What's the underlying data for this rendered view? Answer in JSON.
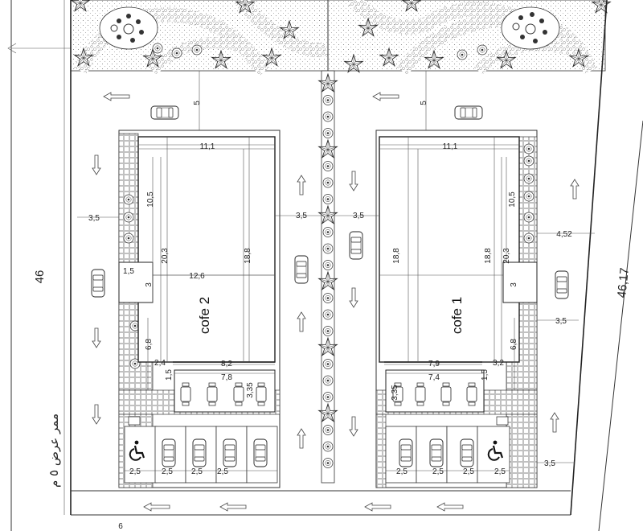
{
  "site": {
    "left_side_length": "46",
    "right_side_length": "46,17",
    "street_label": "ممر عرض ٥ م",
    "bottom_number": "6"
  },
  "cafe_left": {
    "name": "cofe 2",
    "top_setback": "5",
    "width": "11,1",
    "side_dim_left": "3,5",
    "side_dim_right": "3,5",
    "depth_upper": "10,5",
    "depth_total": "20,3",
    "depth_inner": "18,8",
    "step_small": "1,5",
    "stair_width": "12,6",
    "stair_depth": "3",
    "bottom_front": "6,8",
    "gap_small": "2,4",
    "canopy_width": "8,2",
    "seating_width": "7,8",
    "seating_depth": "3,35",
    "seating_gap": "1,5",
    "parking_widths": [
      "2,5",
      "2,5",
      "2,5",
      "2,5"
    ]
  },
  "cafe_right": {
    "name": "cofe 1",
    "top_setback": "5",
    "width": "11,1",
    "side_dim_left": "3,5",
    "side_dim_right": "4,52",
    "side_dim_bottom": "3,5",
    "side_dim_parking": "3,5",
    "depth_upper": "10,5",
    "depth_total": "20,3",
    "depth_inner_left": "18,8",
    "depth_inner_right": "18,8",
    "stair_depth": "3",
    "bottom_front": "6,8",
    "gap_small": "3,2",
    "canopy_width": "7,9",
    "seating_width": "7,4",
    "seating_depth": "3,35",
    "seating_gap": "1,5",
    "parking_widths": [
      "2,5",
      "2,5",
      "2,5",
      "2,5"
    ]
  },
  "icons": {
    "accessible": "wheelchair-icon",
    "car": "car-icon",
    "tree": "tree-icon",
    "flow": "arrow-icon"
  }
}
